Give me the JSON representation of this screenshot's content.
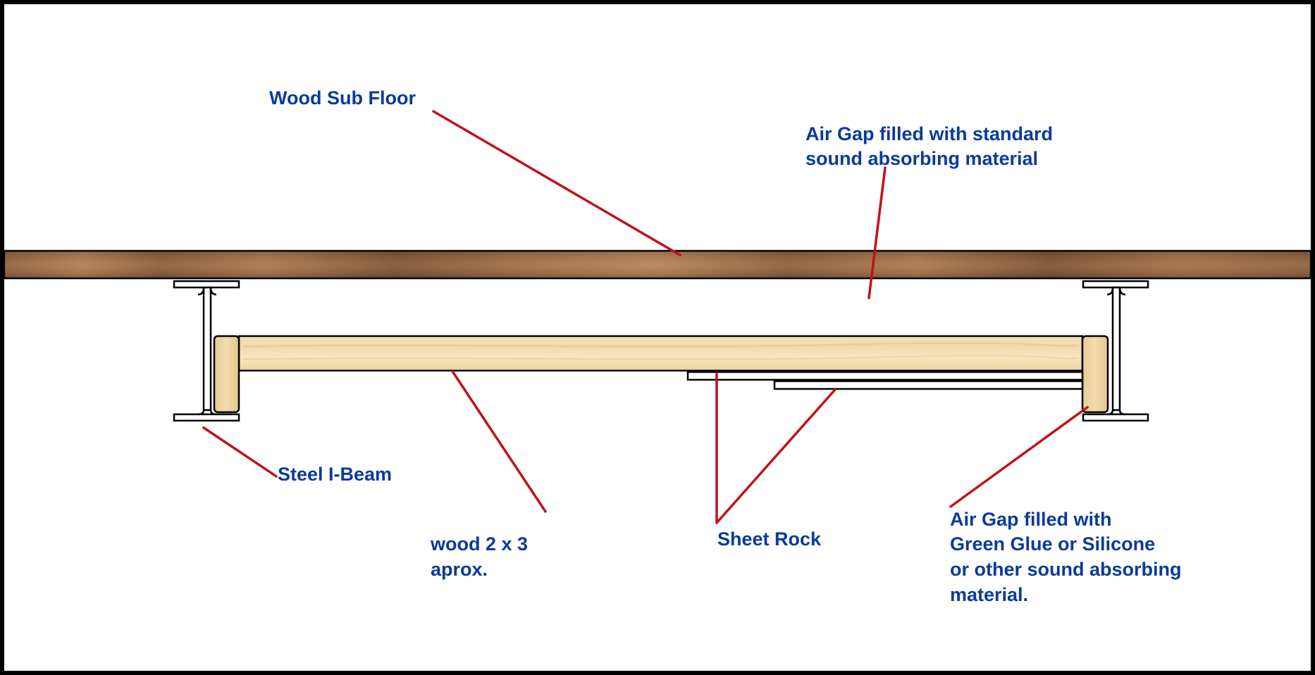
{
  "colors": {
    "label": "#0a3a9c",
    "leader": "#c0121a",
    "frame": "#000000",
    "background": "#ffffff",
    "subfloor": "#9a6a43",
    "joist": "#f0ddb0",
    "steel": "#ffffff"
  },
  "labels": {
    "wood_sub_floor": "Wood Sub Floor",
    "air_gap_top_line1": "Air Gap filled with standard",
    "air_gap_top_line2": "sound absorbing material",
    "steel_i_beam": "Steel I-Beam",
    "wood_2x3_line1": "wood 2 x 3",
    "wood_2x3_line2": "aprox.",
    "sheet_rock": "Sheet Rock",
    "air_gap_side_line1": "Air Gap filled with",
    "air_gap_side_line2": "Green Glue or Silicone",
    "air_gap_side_line3": "or other sound absorbing",
    "air_gap_side_line4": "material."
  }
}
